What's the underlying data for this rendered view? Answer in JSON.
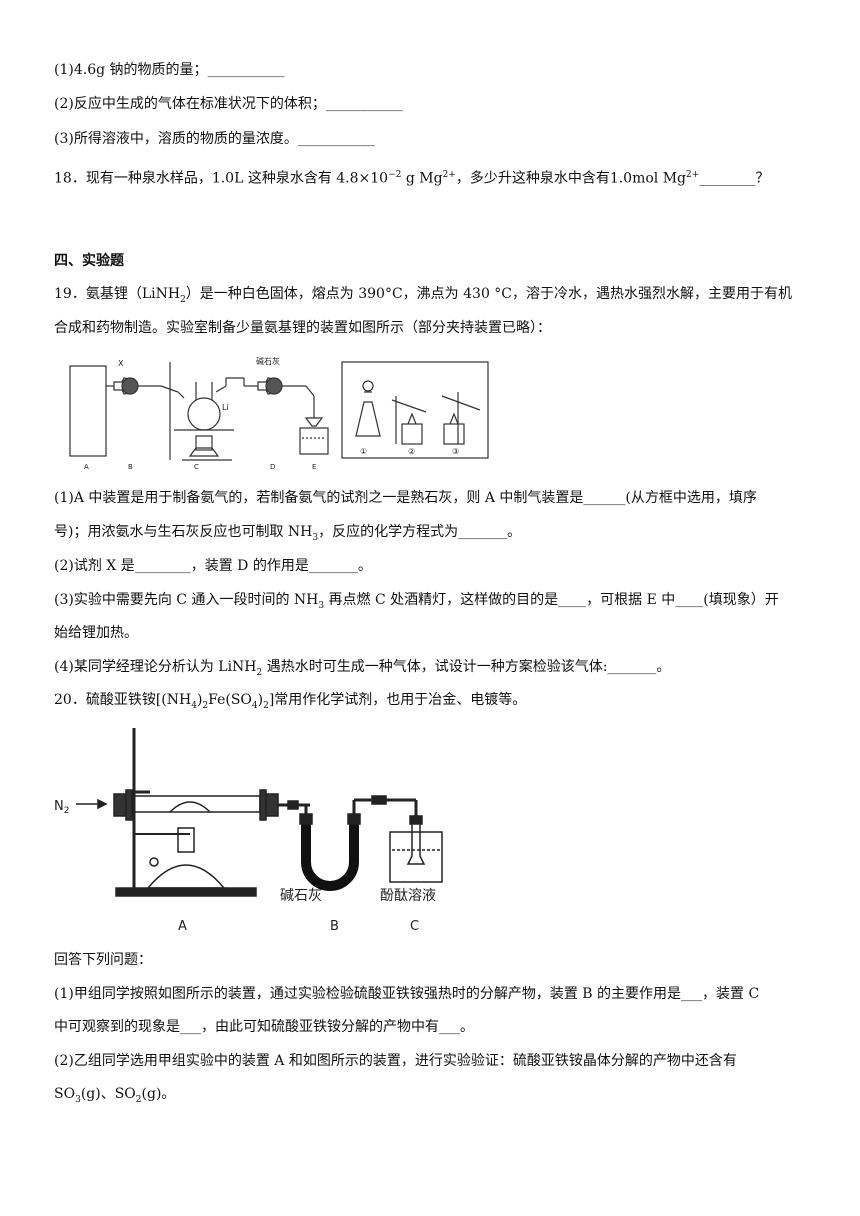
{
  "q17": {
    "p1": "(1)4.6g 钠的物质的量；___________",
    "p2": "(2)反应中生成的气体在标准状况下的体积；___________",
    "p3": "(3)所得溶液中，溶质的物质的量浓度。___________"
  },
  "q18": {
    "pre": "18．现有一种泉水样品，1.0L 这种泉水含有 4.8×10",
    "exp": "−2",
    "mid1": " g Mg",
    "ion1": "2+",
    "mid2": "，多少升这种泉水中含有1.0mol Mg",
    "ion2": "2+",
    "post": "________？"
  },
  "section4": "四、实验题",
  "q19": {
    "intro_a": "19．氨基锂（LiNH",
    "intro_sub": "2",
    "intro_b": "）是一种白色固体，熔点为 390°C，沸点为 430 °C，溶于冷水，遇热水强烈水解，主要用于有机",
    "intro2": "合成和药物制造。实验室制备少量氨基锂的装置如图所示（部分夹持装置已略）：",
    "fig": {
      "x": "X",
      "soda": "碱石灰",
      "li": "Li",
      "letters": [
        "A",
        "B",
        "C",
        "D",
        "E"
      ],
      "circles": [
        "①",
        "②",
        "③"
      ]
    },
    "s1a": "(1)A 中装置是用于制备氨气的，若制备氨气的试剂之一是熟石灰，则 A 中制气装置是______(从方框中选用，填序",
    "s1b_a": "号)；用浓氨水与生石灰反应也可制取 NH",
    "s1b_sub": "3",
    "s1b_b": "，反应的化学方程式为_______。",
    "s2": "(2)试剂 X 是________，装置 D 的作用是_______。",
    "s3a_a": "(3)实验中需要先向 C 通入一段时间的 NH",
    "s3a_sub": "3",
    "s3a_b": " 再点燃 C 处酒精灯，这样做的目的是____，可根据 E 中____(填现象）开",
    "s3b": "始给锂加热。",
    "s4_a": "(4)某同学经理论分析认为 LiNH",
    "s4_sub": "2",
    "s4_b": " 遇热水时可生成一种气体，试设计一种方案检验该气体:_______。"
  },
  "q20": {
    "intro_a": "20．硫酸亚铁铵[(NH",
    "sub1": "4",
    "intro_b": ")",
    "sub2": "2",
    "intro_c": "Fe(SO",
    "sub3": "4",
    "intro_d": ")",
    "sub4": "2",
    "intro_e": "]常用作化学试剂，也用于冶金、电镀等。",
    "fig": {
      "n2": "N",
      "n2sub": "2",
      "soda": "碱石灰",
      "phenol": "酚酞溶液",
      "letters": [
        "A",
        "B",
        "C"
      ]
    },
    "answer": "回答下列问题：",
    "s1a": "(1)甲组同学按照如图所示的装置，通过实验检验硫酸亚铁铵强热时的分解产物，装置 B 的主要作用是___，装置 C",
    "s1b": "中可观察到的现象是___，由此可知硫酸亚铁铵分解的产物中有___。",
    "s2a": "(2)乙组同学选用甲组实验中的装置 A 和如图所示的装置，进行实验验证：硫酸亚铁铵晶体分解的产物中还含有",
    "s2b_a": "SO",
    "s2b_sub1": "3",
    "s2b_b": "(g)、SO",
    "s2b_sub2": "2",
    "s2b_c": "(g)。"
  }
}
